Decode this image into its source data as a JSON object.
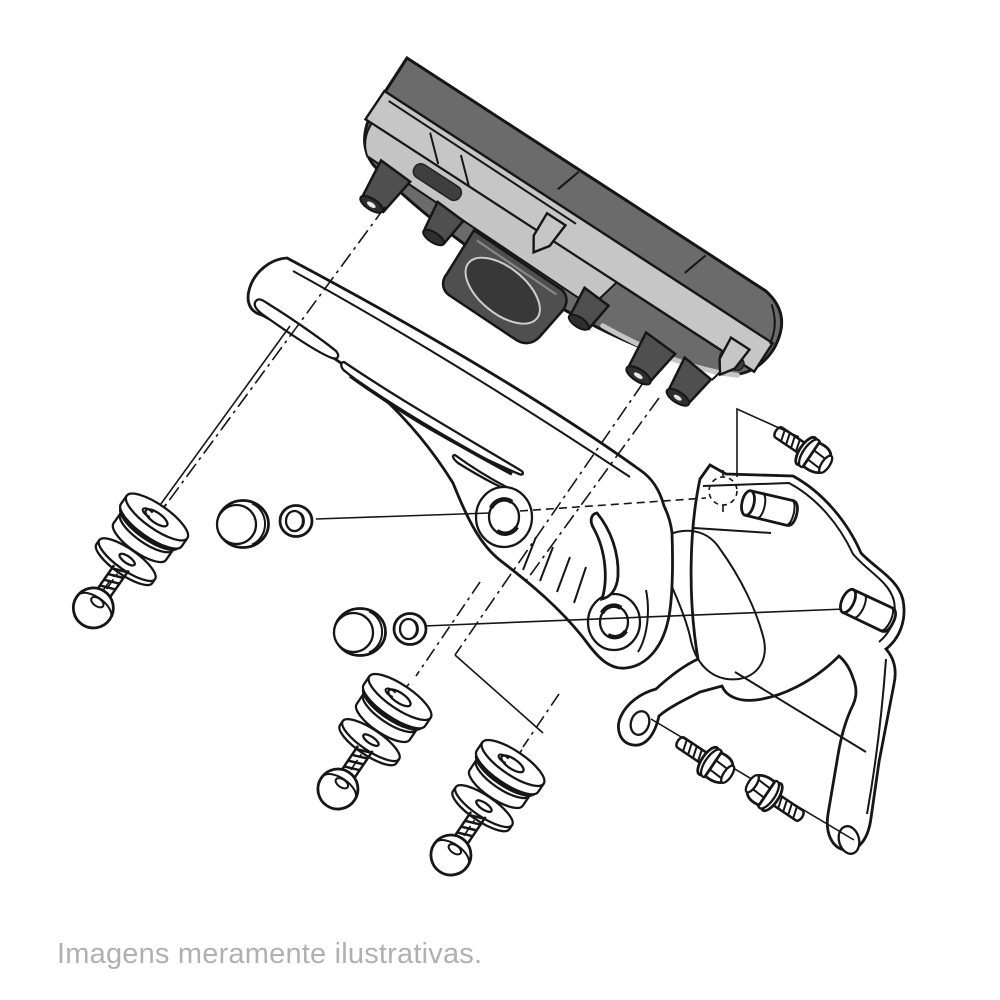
{
  "figure": {
    "caption": "Imagens meramente ilustrativas.",
    "background": "#ffffff",
    "line_color": "#161616",
    "caption_color": "#b0b0b0"
  },
  "palette": {
    "cluster_dark": "#6b6b6b",
    "cluster_light": "#c6c6c6",
    "cluster_wedge": "#c4c4c4",
    "connector": "#4f4f4f",
    "connector_end": "#2f2f2f",
    "part_fill": "#ffffff"
  },
  "parts": [
    {
      "id": "instrument-cluster",
      "qty": 1
    },
    {
      "id": "upper-mounting-bracket",
      "qty": 1
    },
    {
      "id": "rear-mounting-bracket",
      "qty": 1
    },
    {
      "id": "rubber-grommet",
      "qty": 3
    },
    {
      "id": "flat-washer",
      "qty": 3
    },
    {
      "id": "button-head-screw",
      "qty": 3
    },
    {
      "id": "damper-cap",
      "qty": 2
    },
    {
      "id": "collar",
      "qty": 2
    },
    {
      "id": "hex-flange-bolt",
      "qty": 3
    },
    {
      "id": "stud-pin",
      "qty": 2
    }
  ]
}
